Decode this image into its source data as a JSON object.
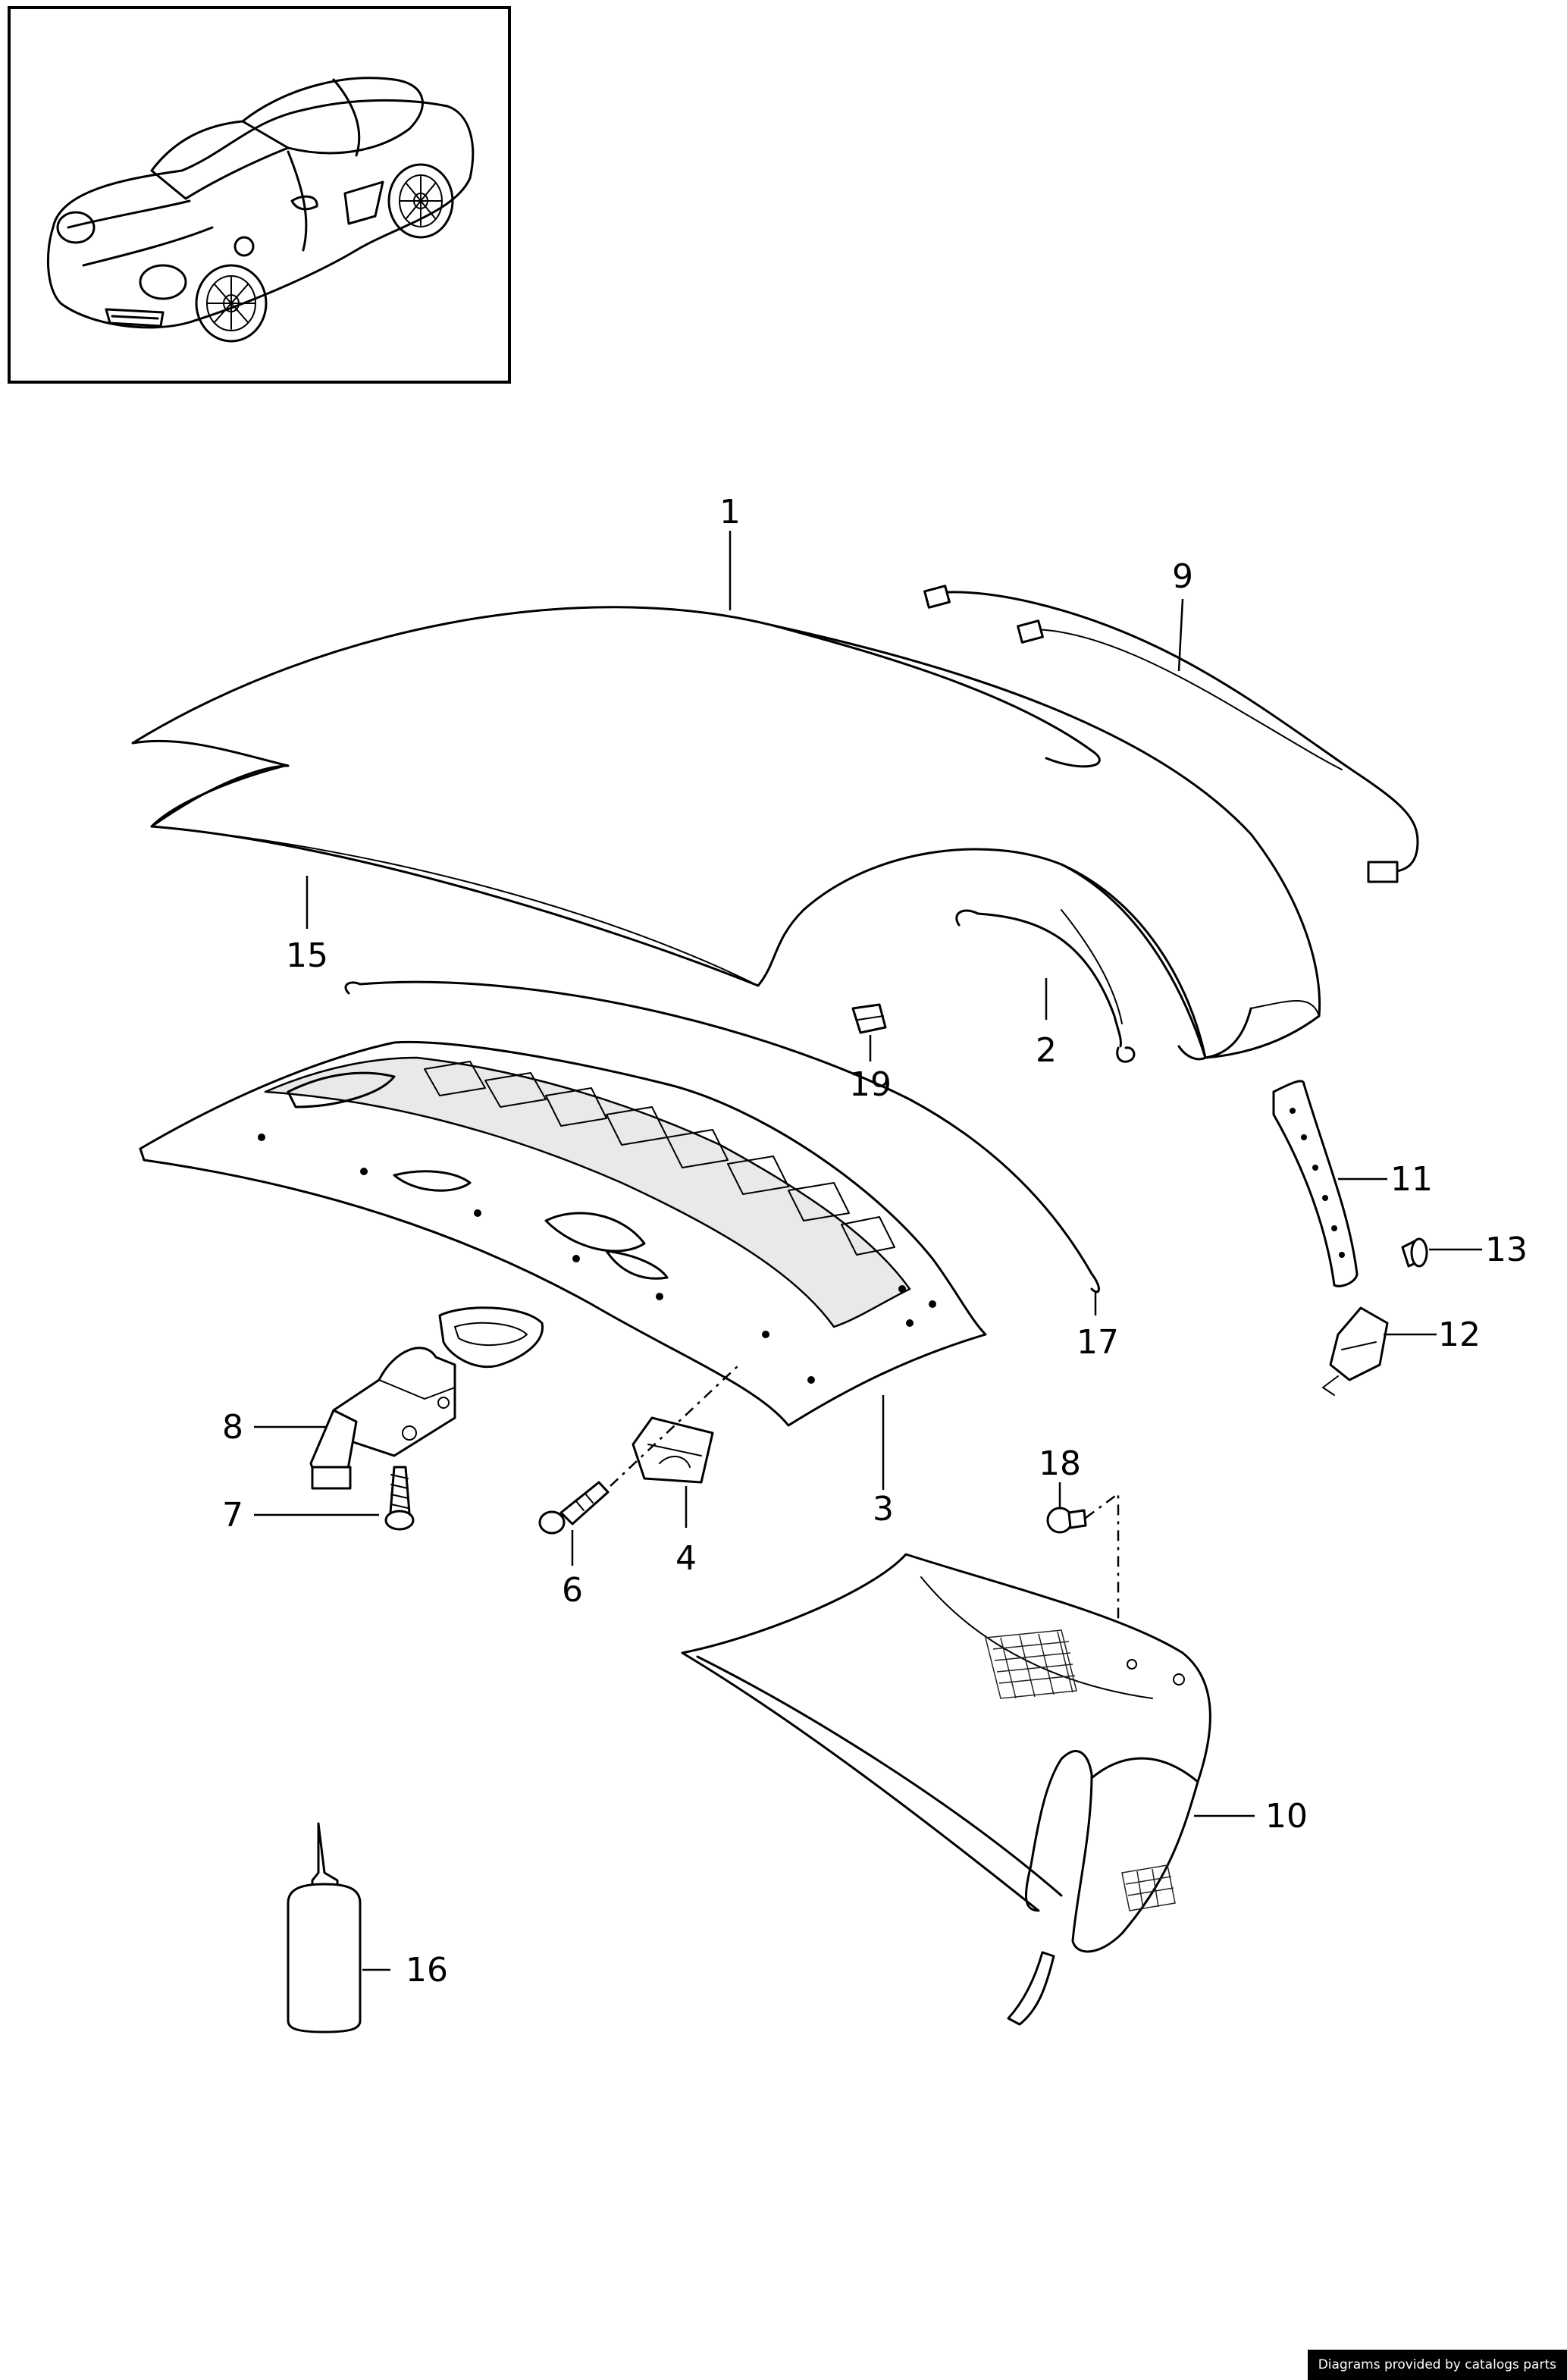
{
  "callouts": [
    "1",
    "2",
    "3",
    "4",
    "6",
    "7",
    "8",
    "9",
    "10",
    "11",
    "12",
    "13",
    "15",
    "16",
    "17",
    "18",
    "19"
  ],
  "credit": "Diagrams provided by catalogs parts"
}
